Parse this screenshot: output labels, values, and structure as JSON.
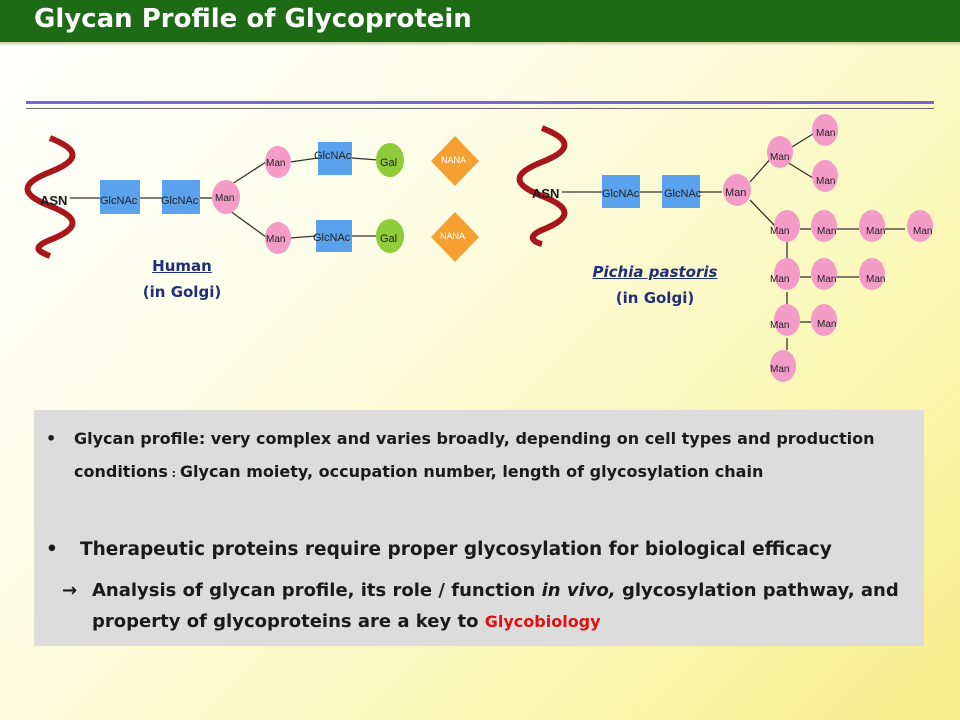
{
  "title": "Glycan Profile of Glycoprotein",
  "diagram": {
    "human": {
      "anchor": "ASN",
      "nodes": {
        "glcnac1": "GlcNAc",
        "glcnac2": "GlcNAc",
        "man_core": "Man",
        "man_top": "Man",
        "man_bot": "Man",
        "glcnac_top": "GlcNAc",
        "glcnac_bot": "GlcNAc",
        "gal_top": "Gal",
        "gal_bot": "Gal",
        "nana_top": "NANA",
        "nana_bot": "NANA"
      },
      "caption_org": "Human",
      "caption_loc": "(in Golgi)"
    },
    "pichia": {
      "anchor": "ASN",
      "nodes": {
        "glcnac1": "GlcNAc",
        "glcnac2": "GlcNAc",
        "man_core": "Man",
        "m_a": "Man",
        "m_b": "Man",
        "m_c": "Man",
        "m_r1": "Man",
        "m_r2": "Man",
        "m_r3": "Man",
        "m_r4": "Man",
        "m_s1": "Man",
        "m_s2": "Man",
        "m_s3": "Man",
        "m_t1": "Man",
        "m_t2": "Man",
        "m_u1": "Man"
      },
      "caption_org": "Pichia pastoris",
      "caption_loc": "(in Golgi)"
    },
    "colors": {
      "glcnac": "#5aa2ee",
      "man": "#f39cc7",
      "gal": "#8fcc3a",
      "nana": "#f5a030",
      "protein": "#a8161c"
    }
  },
  "bullets": {
    "b1_main": "Glycan profile: very complex and varies broadly, depending on cell types and production conditions",
    "b1_sep": " : ",
    "b1_rest": "Glycan moiety, occupation number, length of glycosylation chain",
    "b2": "Therapeutic proteins require proper glycosylation for biological efficacy",
    "b3_pre": "Analysis of glycan profile, its role / function ",
    "b3_em": "in vivo,",
    "b3_post": " glycosylation pathway, and property of glycoproteins are a key to ",
    "b3_red": "Glycobiology"
  }
}
